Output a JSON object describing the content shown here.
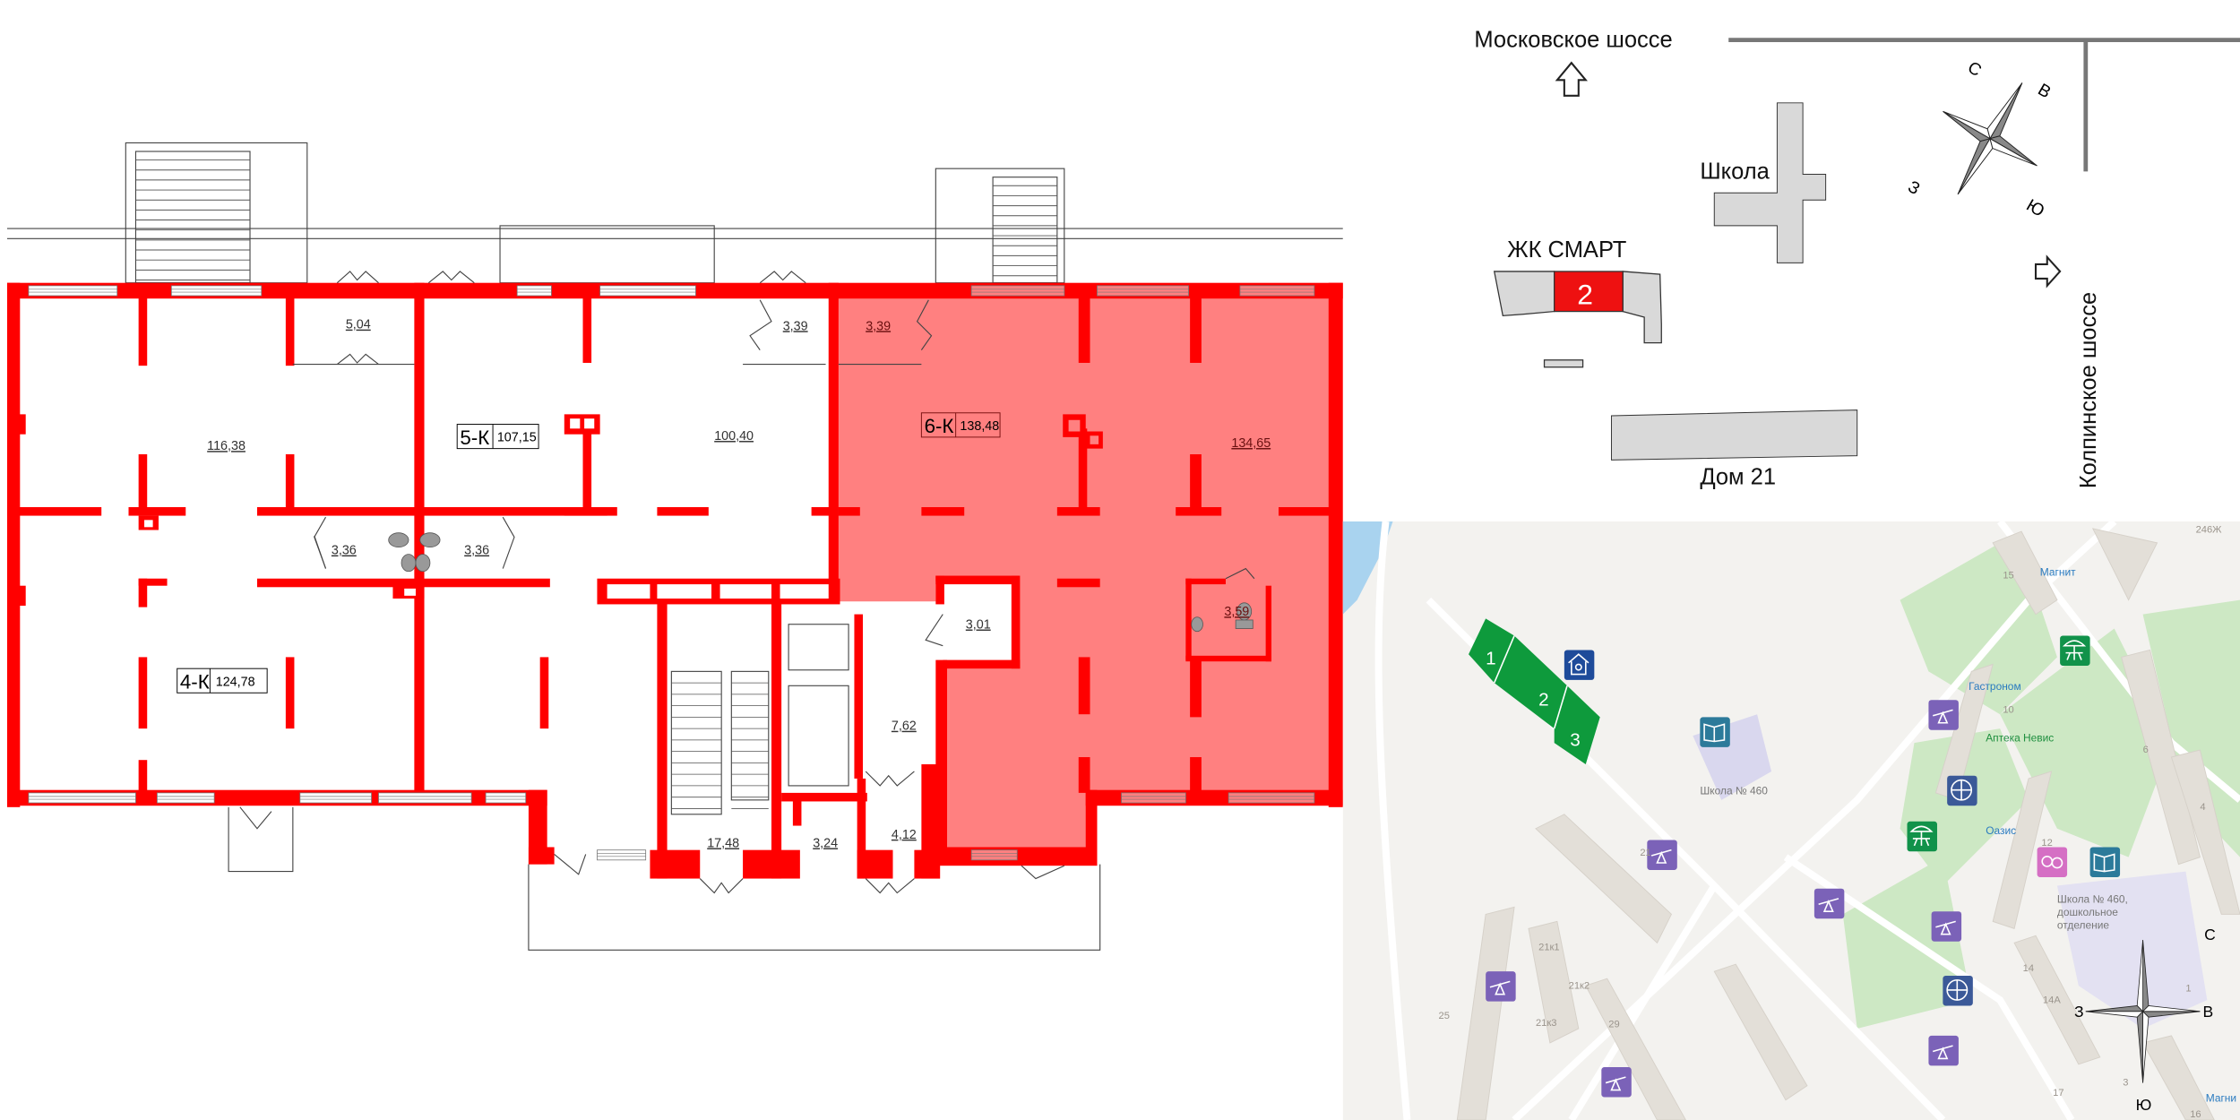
{
  "floor_plan": {
    "selected_unit": "6-К",
    "units": [
      {
        "code": "4-К",
        "area": "124,78"
      },
      {
        "code": "5-К",
        "area": "107,15"
      },
      {
        "code": "6-К",
        "area": "138,48"
      }
    ],
    "rooms": {
      "r4k_main": "116,38",
      "r4k_vest": "5,04",
      "r5k_main": "100,40",
      "r5k_vest": "3,39",
      "r6k_vest": "3,39",
      "r6k_main": "134,65",
      "wc_left": "3,36",
      "wc_right": "3,36",
      "r6k_store": "3,01",
      "r6k_wc": "3,59",
      "hall_762": "7,62",
      "stair": "17,48",
      "r324": "3,24",
      "r412": "4,12"
    }
  },
  "schematic": {
    "road_north": "Московское шоссе",
    "road_east": "Колпинское шоссе",
    "school": "Школа",
    "complex": "ЖК СМАРТ",
    "building_number": "2",
    "house21": "Дом 21",
    "compass": {
      "n": "С",
      "e": "В",
      "w": "З",
      "s": "Ю"
    }
  },
  "map": {
    "complex_buildings": [
      "1",
      "2",
      "3"
    ],
    "poi": {
      "magnit": "Магнит",
      "gastronom": "Гастроном",
      "apteka": "Аптека Невис",
      "oasis": "Оазис",
      "school460": "Школа № 460",
      "preschool_1": "Школа № 460,",
      "preschool_2": "дошкольное",
      "preschool_3": "отделение",
      "magnit2": "Магни"
    },
    "house_numbers": {
      "h15": "15",
      "h246": "246Ж",
      "h10": "10",
      "h6": "6",
      "h4": "4",
      "h12": "12",
      "h21": "21",
      "h21k1": "21к1",
      "h21k2": "21к2",
      "h21k3": "21к3",
      "h25": "25",
      "h29": "29",
      "h14": "14",
      "h14a": "14А",
      "h17": "17",
      "h16": "16",
      "h1": "1",
      "h3": "3"
    },
    "compass": {
      "n": "С",
      "e": "В",
      "w": "З",
      "s": "Ю"
    }
  },
  "colors": {
    "wall": "#ff0000",
    "selected_unit_fill": "#ff8080",
    "complex_green": "#0e9a3c",
    "playground_icon": "#7b62b8",
    "sport_icon": "#3b5998",
    "school_icon": "#2c7a9a",
    "picnic_icon": "#11924a",
    "kindergarten_icon": "#1e4b9a",
    "children_icon": "#d56fc4"
  }
}
